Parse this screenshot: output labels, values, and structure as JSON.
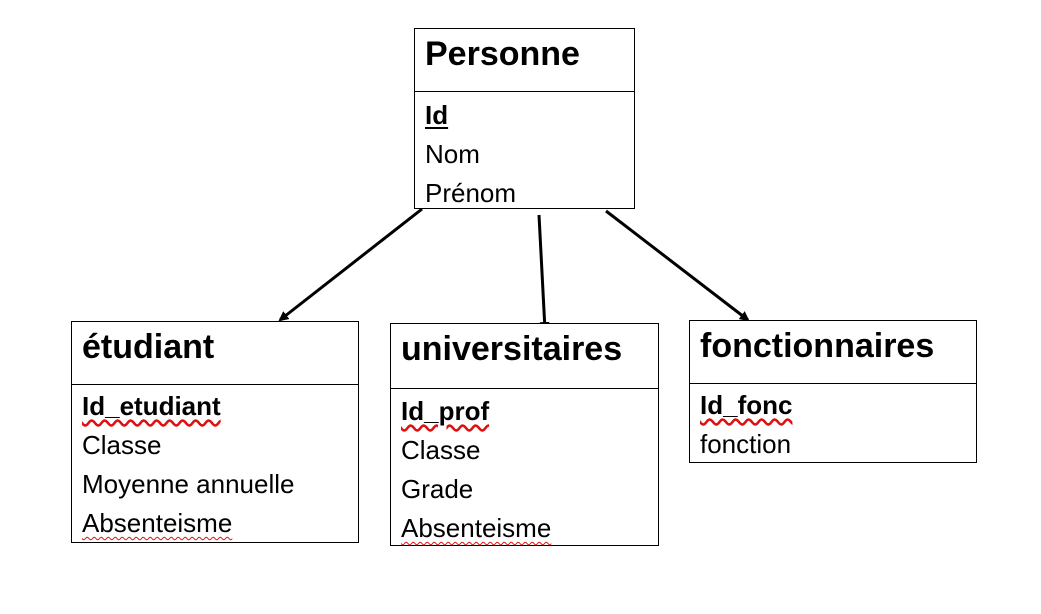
{
  "entities": {
    "personne": {
      "title": "Personne",
      "pk": "Id",
      "attrs": [
        "Nom",
        "Prénom"
      ]
    },
    "etudiant": {
      "title": "étudiant",
      "pk": "Id_etudiant",
      "attrs": [
        "Classe",
        "Moyenne annuelle",
        "Absenteisme"
      ]
    },
    "universitaires": {
      "title": "universitaires",
      "pk": "Id_prof",
      "attrs": [
        "Classe",
        "Grade",
        "Absenteisme"
      ]
    },
    "fonctionnaires": {
      "title": "fonctionnaires",
      "pk": "Id_fonc",
      "attrs": [
        "fonction"
      ]
    }
  },
  "colors": {
    "line": "#000000",
    "spellcheck": "#d11111"
  }
}
